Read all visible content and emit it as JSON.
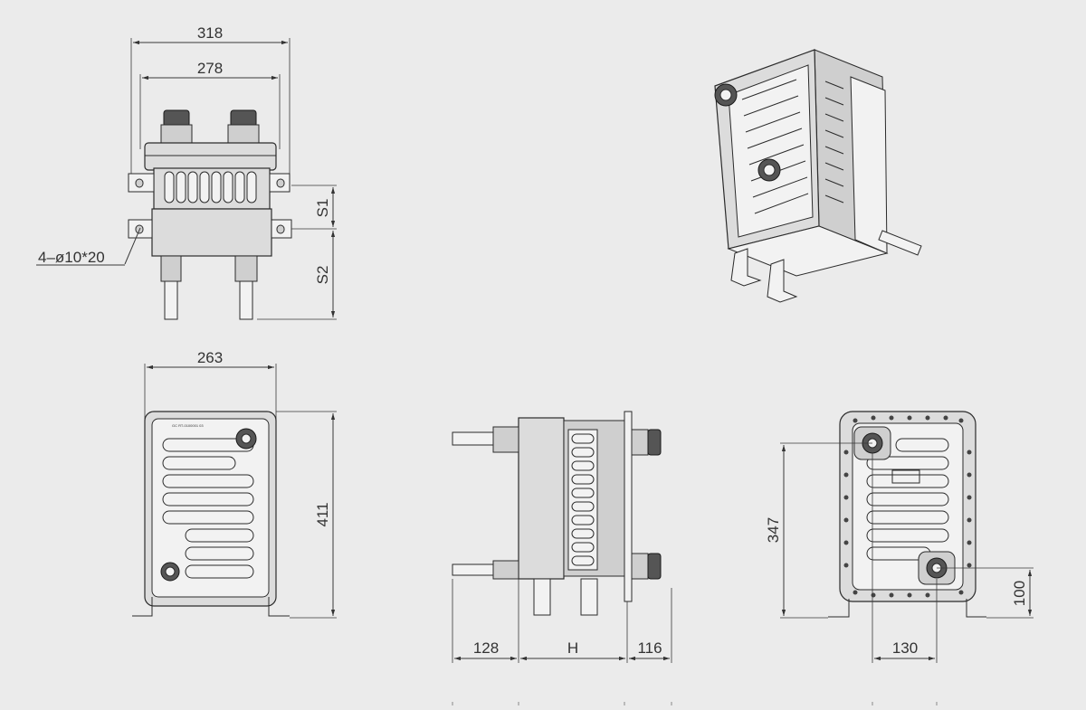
{
  "dimensions": {
    "top_outer_width": "318",
    "top_inner_width": "278",
    "top_s1": "S1",
    "top_s2": "S2",
    "hole_spec": "4–ø10*20",
    "front_width": "263",
    "front_height": "411",
    "side_left": "128",
    "side_h": "H",
    "side_right": "116",
    "back_height": "347",
    "back_width": "130",
    "back_port_height": "100"
  },
  "colors": {
    "background": "#ebebeb",
    "line": "#2b2b2b",
    "fill": "#dcdcdc"
  }
}
